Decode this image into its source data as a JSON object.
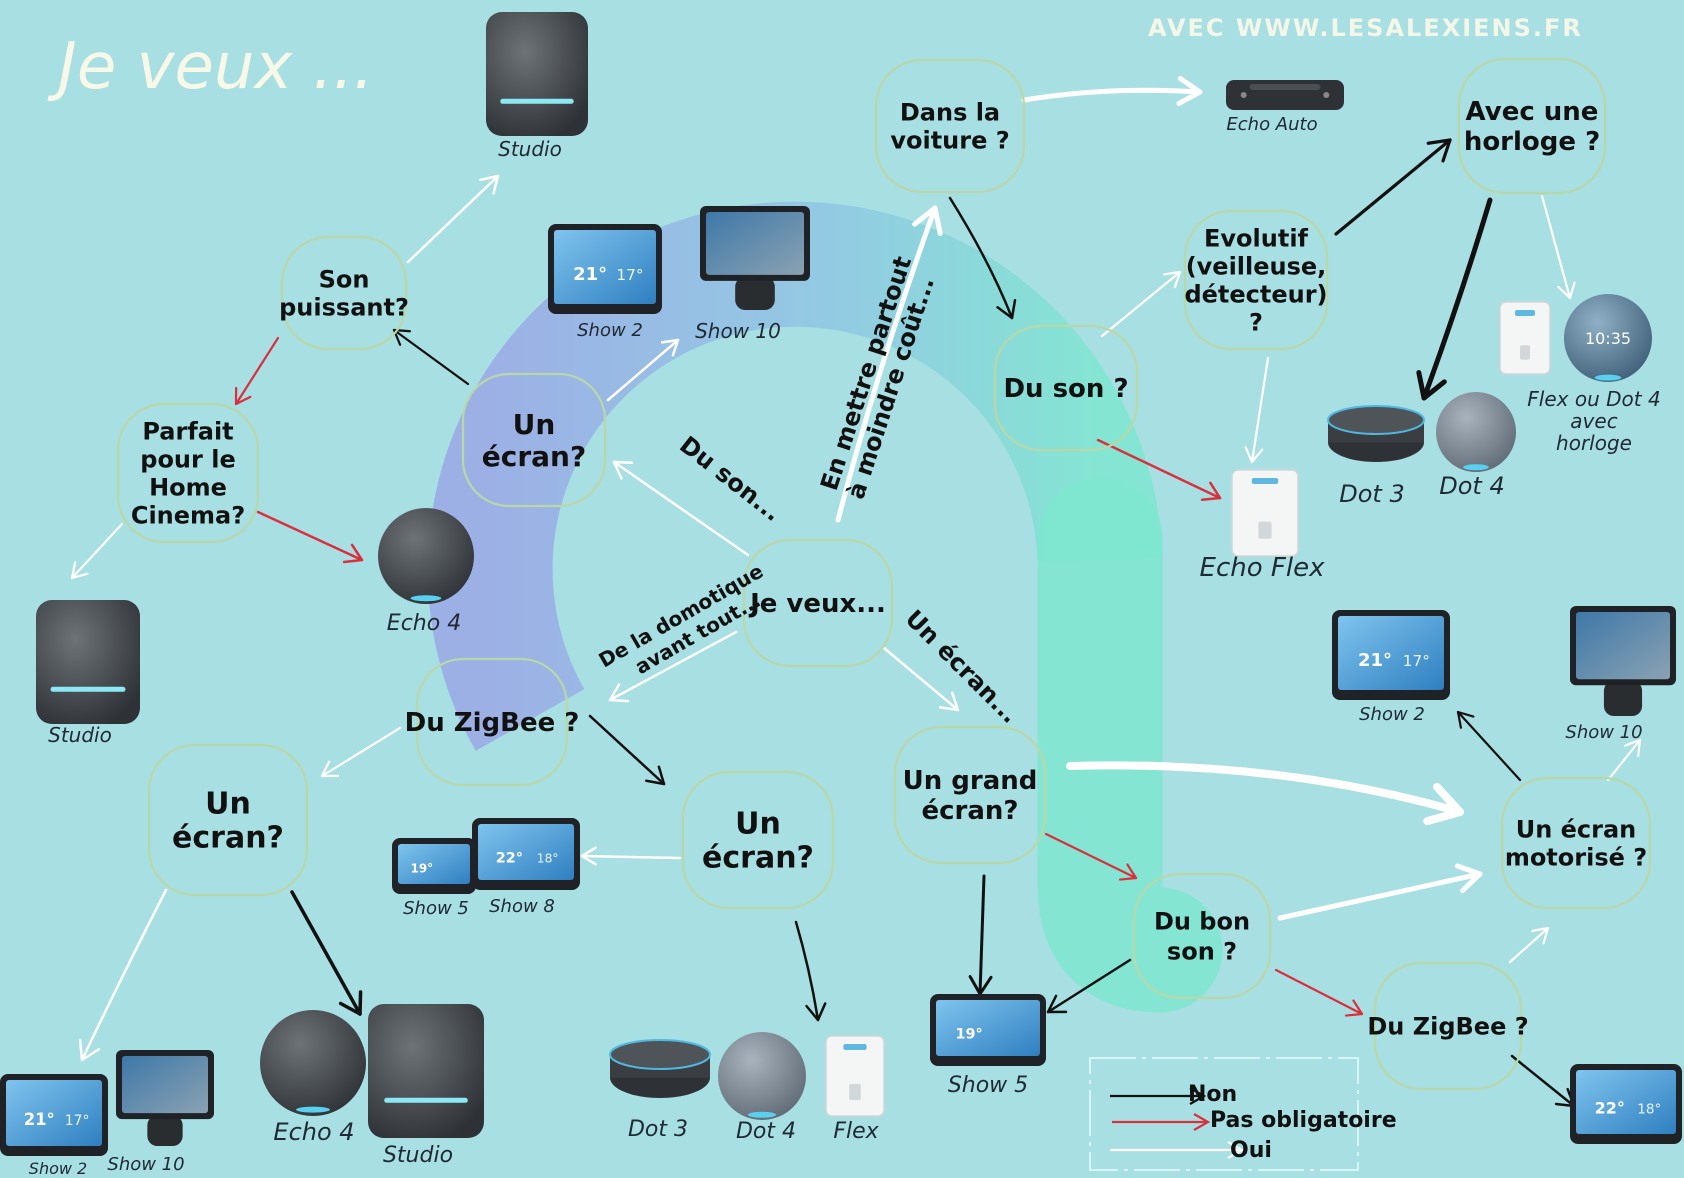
{
  "title": "Je veux ...",
  "website": "AVEC WWW.LESALEXIENS.FR",
  "colors": {
    "background": "#a8dfe3",
    "node_border": "#b8d8a8",
    "arrow_no": "#111111",
    "arrow_optional": "#d9303e",
    "arrow_yes": "#ffffff",
    "ring_blue": "#9aa8e6",
    "ring_green": "#7ee6cf"
  },
  "nodes": [
    {
      "id": "root",
      "text": [
        "Je veux..."
      ]
    },
    {
      "id": "son_puissant",
      "text": [
        "Son",
        "puissant?"
      ]
    },
    {
      "id": "home_cinema",
      "text": [
        "Parfait",
        "pour le",
        "Home",
        "Cinema?"
      ]
    },
    {
      "id": "un_ecran_left",
      "text": [
        "Un",
        "écran?"
      ]
    },
    {
      "id": "zigbee_left",
      "text": [
        "Du ZigBee ?"
      ]
    },
    {
      "id": "un_ecran_far_left",
      "text": [
        "Un",
        "écran?"
      ]
    },
    {
      "id": "un_ecran_mid",
      "text": [
        "Un",
        "écran?"
      ]
    },
    {
      "id": "voiture",
      "text": [
        "Dans la",
        "voiture ?"
      ]
    },
    {
      "id": "du_son",
      "text": [
        "Du son ?"
      ]
    },
    {
      "id": "evolutif",
      "text": [
        "Evolutif",
        "(veilleuse,",
        "détecteur)",
        "?"
      ]
    },
    {
      "id": "horloge",
      "text": [
        "Avec une",
        "horloge ?"
      ]
    },
    {
      "id": "grand_ecran",
      "text": [
        "Un grand",
        "écran?"
      ]
    },
    {
      "id": "bon_son",
      "text": [
        "Du bon",
        "son ?"
      ]
    },
    {
      "id": "ecran_motorise",
      "text": [
        "Un écran",
        "motorisé ?"
      ]
    },
    {
      "id": "zigbee_right",
      "text": [
        "Du ZigBee ?"
      ]
    }
  ],
  "edge_labels": [
    {
      "id": "du_son_label",
      "text": "Du son..."
    },
    {
      "id": "partout_label",
      "text": [
        "En mettre partout",
        "à moindre coût..."
      ]
    },
    {
      "id": "domotique_label",
      "text": [
        "De la domotique",
        "avant tout..."
      ]
    },
    {
      "id": "un_ecran_label",
      "text": "Un écran..."
    }
  ],
  "devices": [
    {
      "id": "studio_top",
      "label": "Studio",
      "icon": "studio-speaker"
    },
    {
      "id": "show2_top",
      "label": "Show 2",
      "icon": "show-display"
    },
    {
      "id": "show10_top",
      "label": "Show 10",
      "icon": "show10-display"
    },
    {
      "id": "echo4_left",
      "label": "Echo 4",
      "icon": "echo-sphere"
    },
    {
      "id": "studio_left",
      "label": "Studio",
      "icon": "studio-speaker"
    },
    {
      "id": "show5_left",
      "label": "Show 5",
      "icon": "show-display"
    },
    {
      "id": "show8_left",
      "label": "Show 8",
      "icon": "show-display"
    },
    {
      "id": "show2_bl",
      "label": "Show 2",
      "icon": "show-display"
    },
    {
      "id": "show10_bl",
      "label": "Show 10",
      "icon": "show10-display"
    },
    {
      "id": "echo4_bottom",
      "label": "Echo 4",
      "icon": "echo-sphere"
    },
    {
      "id": "studio_bottom",
      "label": "Studio",
      "icon": "studio-speaker"
    },
    {
      "id": "dot3_bottom",
      "label": "Dot 3",
      "icon": "dot3-puck"
    },
    {
      "id": "dot4_bottom",
      "label": "Dot 4",
      "icon": "dot4-sphere"
    },
    {
      "id": "flex_bottom",
      "label": "Flex",
      "icon": "flex-plug"
    },
    {
      "id": "show5_bottom",
      "label": "Show 5",
      "icon": "show-display"
    },
    {
      "id": "echo_auto",
      "label": "Echo Auto",
      "icon": "echo-auto-bar"
    },
    {
      "id": "echo_flex_right",
      "label": "Echo Flex",
      "icon": "flex-plug"
    },
    {
      "id": "dot3_right",
      "label": "Dot 3",
      "icon": "dot3-puck"
    },
    {
      "id": "dot4_right",
      "label": "Dot 4",
      "icon": "dot4-sphere"
    },
    {
      "id": "flex_dot4_clock",
      "label": [
        "Flex ou Dot 4",
        "avec",
        "horloge"
      ],
      "icon": "dot4-clock",
      "clock_text": "10:35"
    },
    {
      "id": "show2_right",
      "label": "Show 2",
      "icon": "show-display"
    },
    {
      "id": "show10_right",
      "label": "Show 10",
      "icon": "show10-display"
    },
    {
      "id": "show8_br",
      "label": "",
      "icon": "show-display"
    }
  ],
  "screen_temps": {
    "show2": [
      "21°",
      "17°"
    ],
    "show5": [
      "19°",
      ""
    ],
    "show8": [
      "22°",
      "18°"
    ]
  },
  "legend": [
    {
      "id": "no",
      "label": "Non",
      "color": "#111111"
    },
    {
      "id": "optional",
      "label": "Pas obligatoire",
      "color": "#d9303e"
    },
    {
      "id": "yes",
      "label": "Oui",
      "color": "#ffffff"
    }
  ]
}
